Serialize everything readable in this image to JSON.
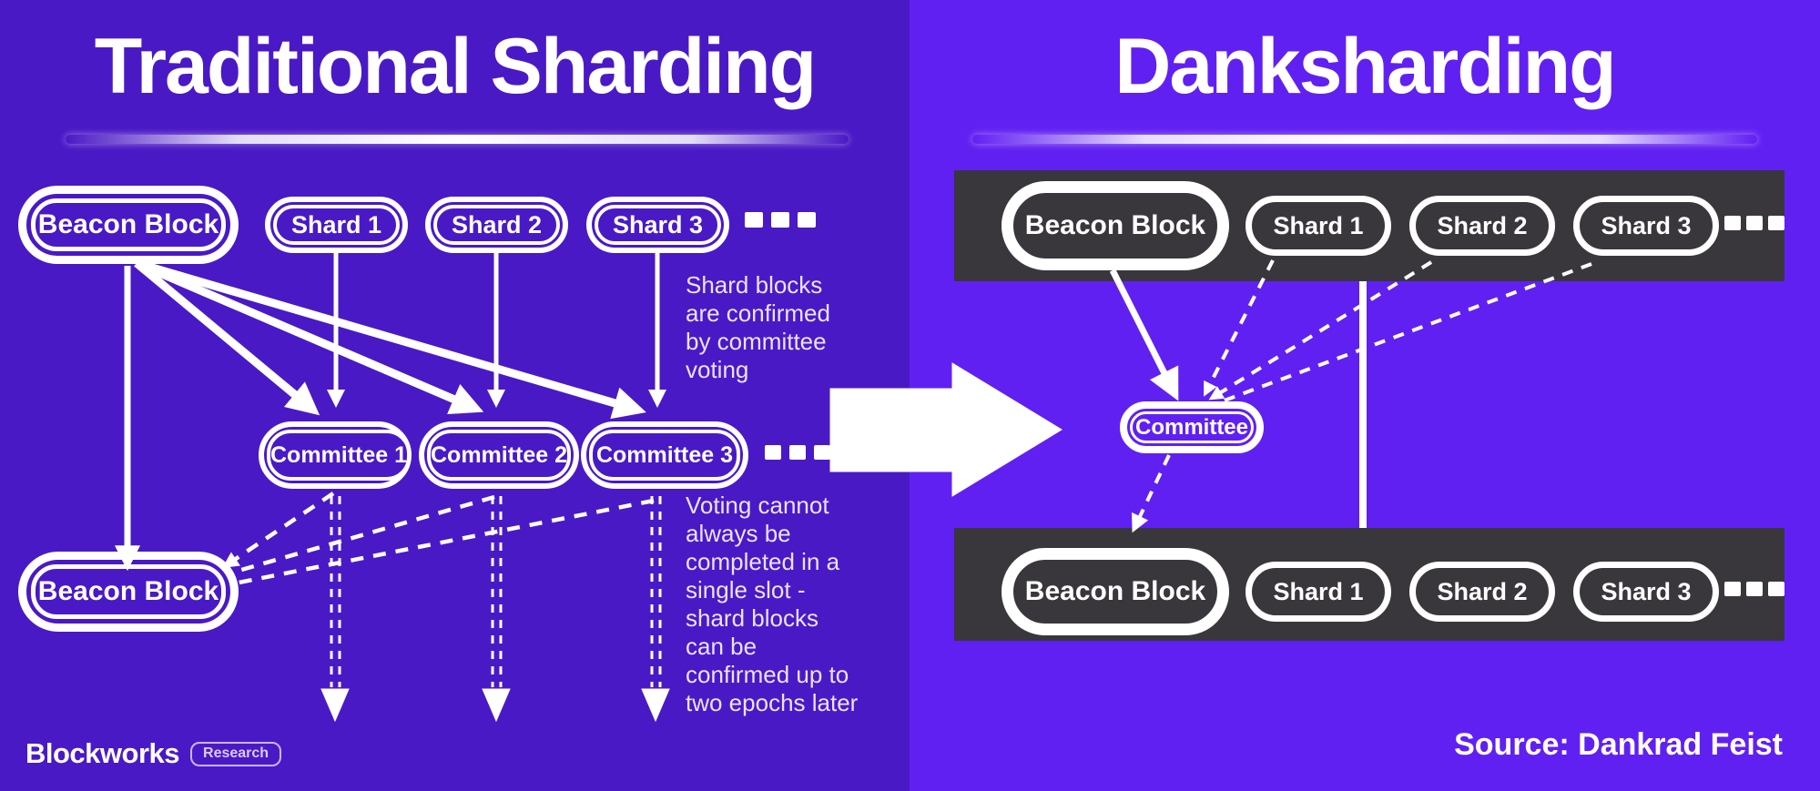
{
  "colors": {
    "left_background": "#4A19C6",
    "right_background": "#6120F2",
    "dark_bar": "#39373B",
    "line_and_text": "#FFFFFF",
    "note_text": "#EAE3FF",
    "badge": "#C9B6F8"
  },
  "left": {
    "title": "Traditional Sharding",
    "beacon_top": "Beacon Block",
    "shards": [
      "Shard 1",
      "Shard 2",
      "Shard 3"
    ],
    "committees": [
      "Committee 1",
      "Committee 2",
      "Committee 3"
    ],
    "beacon_bottom": "Beacon Block",
    "note_top": "Shard blocks\nare confirmed\nby committee\nvoting",
    "note_bottom": "Voting cannot\nalways be\ncompleted in a\nsingle slot -\nshard blocks\ncan be\nconfirmed up to\ntwo epochs later",
    "brand": "Blockworks",
    "brand_badge": "Research"
  },
  "right": {
    "title": "Danksharding",
    "beacon_top": "Beacon Block",
    "shards_top": [
      "Shard 1",
      "Shard 2",
      "Shard 3"
    ],
    "committee": "Committee",
    "beacon_bottom": "Beacon Block",
    "shards_bottom": [
      "Shard 1",
      "Shard 2",
      "Shard 3"
    ],
    "source": "Source: Dankrad Feist"
  }
}
